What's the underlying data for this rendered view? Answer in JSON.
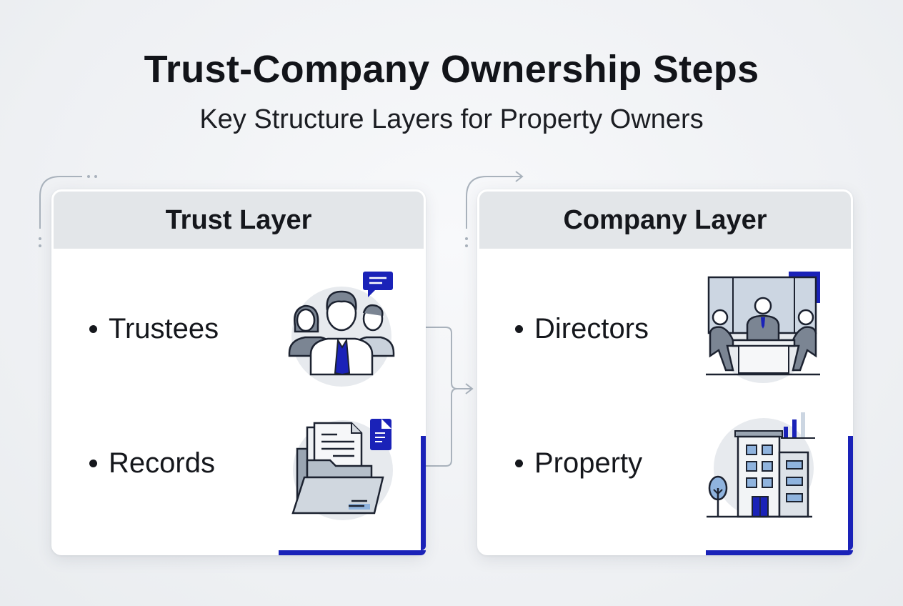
{
  "header": {
    "title": "Trust-Company Ownership Steps",
    "subtitle": "Key Structure Layers for Property Owners"
  },
  "cards": [
    {
      "title": "Trust Layer",
      "items": [
        {
          "label": "Trustees",
          "icon": "people-group-icon"
        },
        {
          "label": "Records",
          "icon": "folder-documents-icon"
        }
      ]
    },
    {
      "title": "Company Layer",
      "items": [
        {
          "label": "Directors",
          "icon": "boardroom-meeting-icon"
        },
        {
          "label": "Property",
          "icon": "office-building-icon"
        }
      ]
    }
  ],
  "colors": {
    "accent": "#1a22b8",
    "header_bg": "#e3e6e9",
    "icon_gray": "#7b8593",
    "icon_light": "#c9d1db",
    "connector": "#a9b2bc"
  }
}
